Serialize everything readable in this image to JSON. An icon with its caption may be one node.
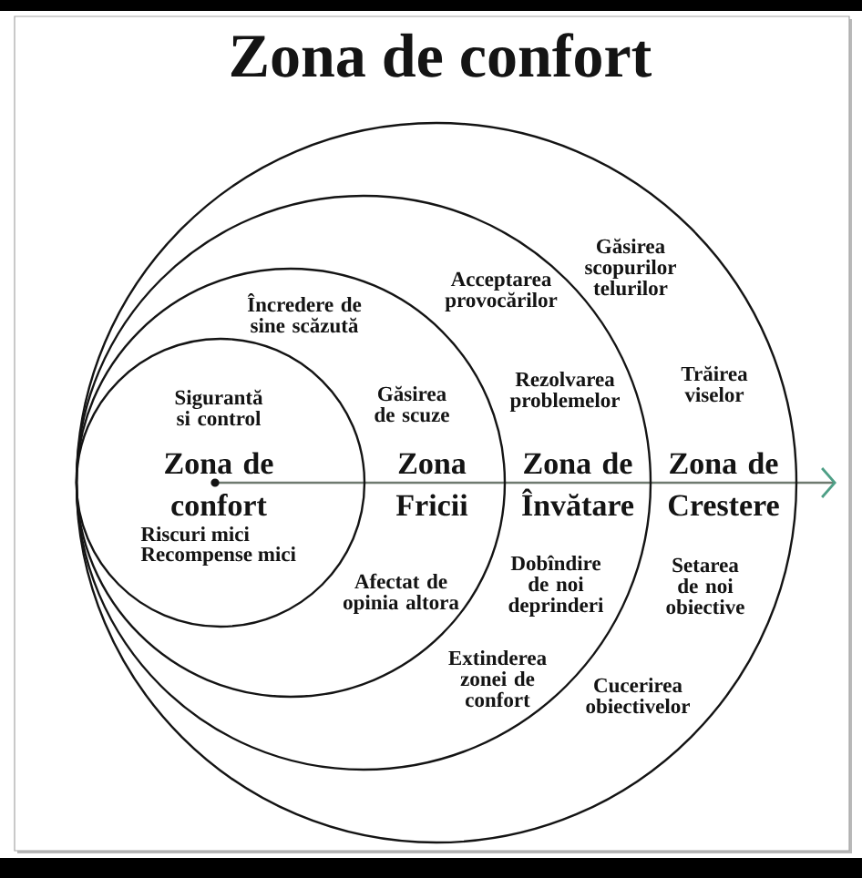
{
  "diagram": {
    "title": "Zona de confort",
    "nodes": [
      {
        "text": [
          "Găsirea scopurilor telurilor",
          "Trăirea viselor",
          "Zona de Crestere",
          "Setarea de noi obiective",
          "Cucerirea obiectivelor"
        ]
      },
      {
        "text": [
          "Acceptarea provocărilor",
          "Rezolvarea problemelor",
          "Zona de Învătare",
          "Dobîndire de noi deprinderi",
          "Extinderea zonei de confort"
        ],
        "in": 0
      },
      {
        "text": [
          "Încredere de sine scăzută",
          "Găsirea de scuze",
          "Zona Fricii",
          "Afectat de opinia altora"
        ],
        "in": 1
      },
      {
        "text": [
          "Sigurantă si control",
          "Zona de confort",
          "Riscuri mici",
          "Recompense mici"
        ],
        "in": 2
      }
    ]
  }
}
